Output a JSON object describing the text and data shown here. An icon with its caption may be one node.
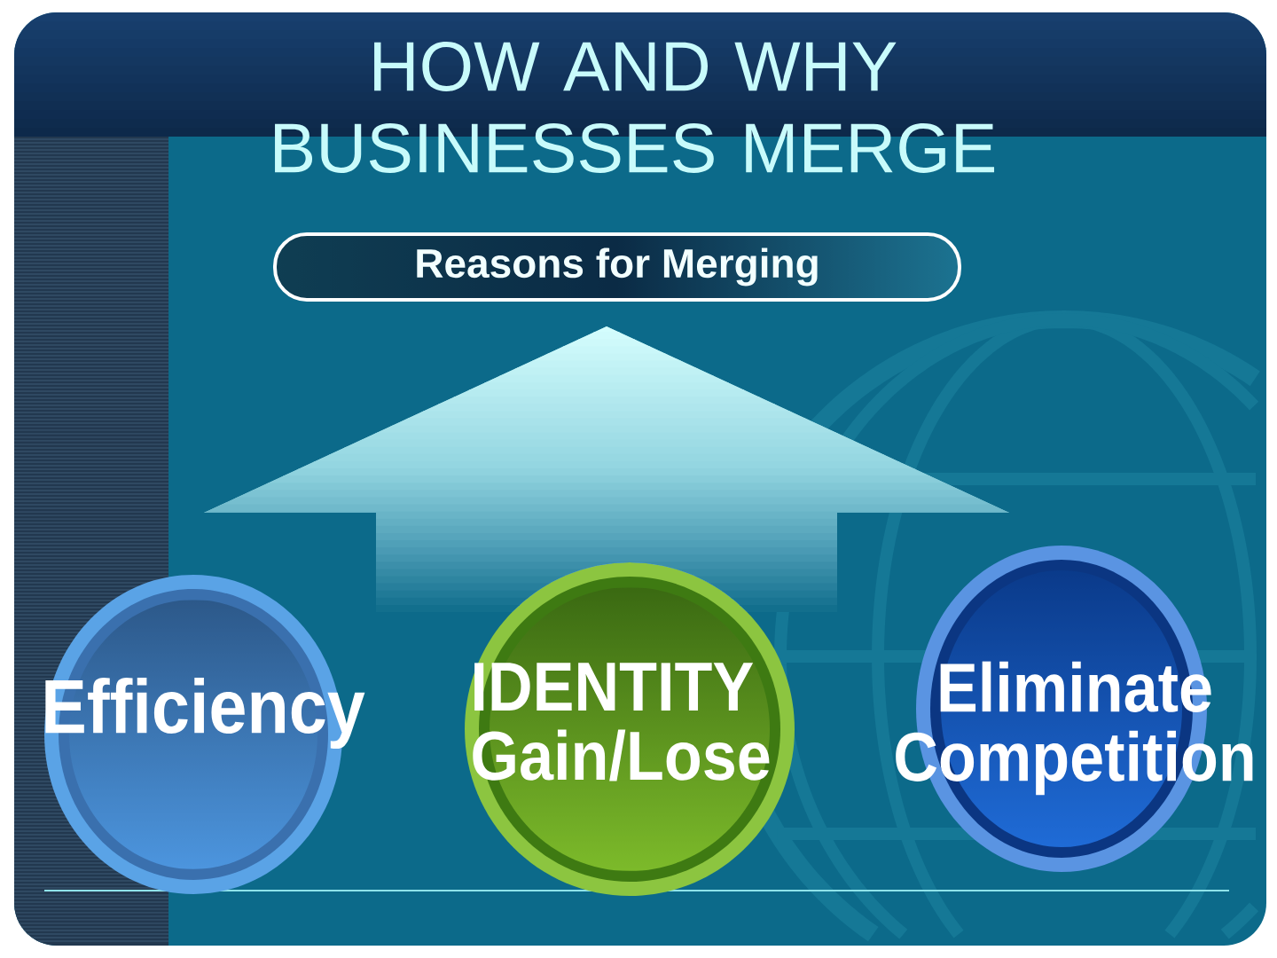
{
  "diagram": {
    "title": "HOW AND WHY BUSINESSES MERGE",
    "nodes": [
      {
        "text": [
          "Reasons for Merging"
        ]
      },
      {
        "text": [
          "Efficiency"
        ]
      },
      {
        "text": [
          "IDENTITY Gain/Lose"
        ]
      },
      {
        "text": [
          "Eliminate Competition"
        ]
      }
    ],
    "edges": [
      {
        "from": 2,
        "to": 0,
        "arrow": "to"
      }
    ]
  }
}
